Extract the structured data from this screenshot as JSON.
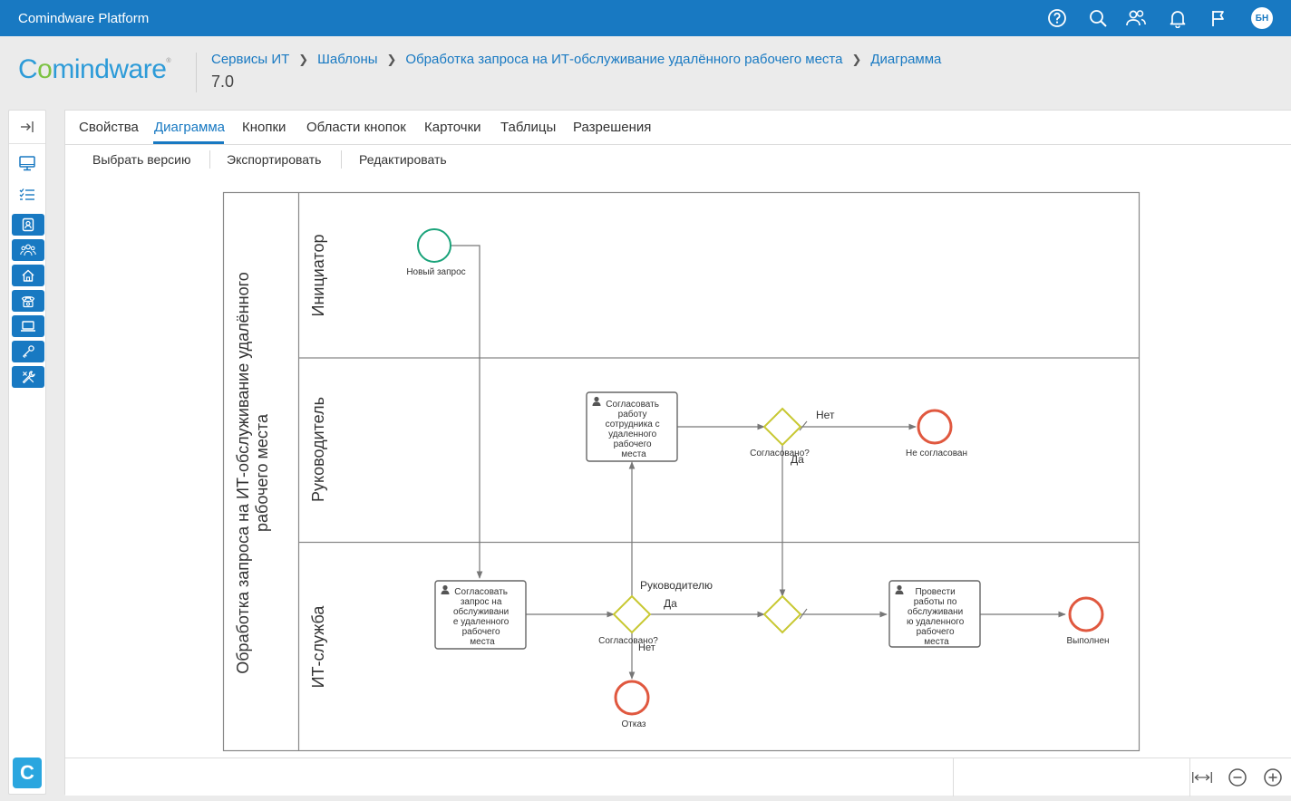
{
  "app": {
    "title": "Comindware Platform",
    "user_initials": "БН"
  },
  "topbar_icons": [
    "help-icon",
    "search-icon",
    "users-icon",
    "bell-icon",
    "flag-icon"
  ],
  "logo": {
    "text_before": "C",
    "text_o": "o",
    "text_after": "mindware",
    "mark": "®"
  },
  "breadcrumb": {
    "items": [
      "Сервисы ИТ",
      "Шаблоны",
      "Обработка запроса на ИТ-обслуживание удалённого рабочего места",
      "Диаграмма"
    ],
    "version": "7.0"
  },
  "sidebar": {
    "items": [
      "expand-icon",
      "desktop-icon",
      "checklist-icon",
      "badge-icon",
      "team-icon",
      "home-icon",
      "phone-icon",
      "laptop-icon",
      "key-icon",
      "tools-icon"
    ],
    "logo_letter": "C"
  },
  "tabs": [
    {
      "label": "Свойства",
      "active": false
    },
    {
      "label": "Диаграмма",
      "active": true
    },
    {
      "label": "Кнопки",
      "active": false
    },
    {
      "label": "Области кнопок",
      "active": false
    },
    {
      "label": "Карточки",
      "active": false
    },
    {
      "label": "Таблицы",
      "active": false
    },
    {
      "label": "Разрешения",
      "active": false
    }
  ],
  "toolbar": {
    "select_version": "Выбрать версию",
    "export": "Экспортировать",
    "edit": "Редактировать"
  },
  "diagram": {
    "pool": {
      "label_line1": "Обработка запроса на ИТ-обслуживание удалённого",
      "label_line2": "рабочего места"
    },
    "lanes": [
      "Инициатор",
      "Руководитель",
      "ИТ-служба"
    ],
    "start_event": "Новый запрос",
    "task_manager": [
      "Согласовать",
      "работу",
      "сотрудника с",
      "удаленного",
      "рабочего",
      "места"
    ],
    "task_it_approve": [
      "Согласовать",
      "запрос на",
      "обслуживани",
      "е удаленного",
      "рабочего",
      "места"
    ],
    "task_it_service": [
      "Провести",
      "работы по",
      "обслуживани",
      "ю удаленного",
      "рабочего",
      "места"
    ],
    "gateway_manager": "Согласовано?",
    "gateway_it": "Согласовано?",
    "end_not_approved": "Не согласован",
    "end_done": "Выполнен",
    "end_refused": "Отказ",
    "flow_no": "Нет",
    "flow_yes": "Да",
    "flow_to_manager": "Руководителю",
    "flow_yes_it": "Да",
    "flow_no_it": "Нет"
  },
  "bottom_icons": [
    "fit-width-icon",
    "zoom-out-icon",
    "zoom-in-icon"
  ],
  "colors": {
    "brand": "#1879c2",
    "start": "#1aa37a",
    "end": "#e0583f",
    "gateway": "#c8c832"
  }
}
